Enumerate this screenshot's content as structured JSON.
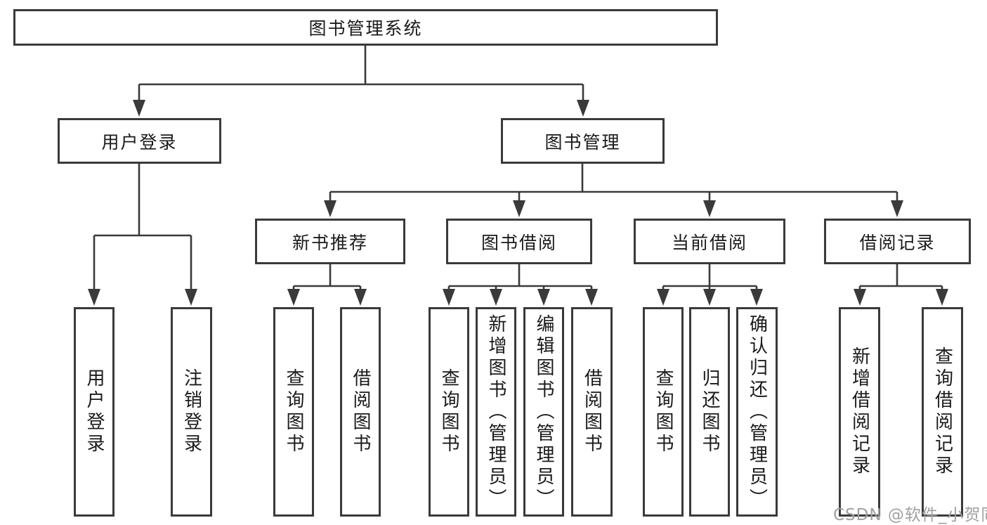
{
  "nodes": {
    "root": "图书管理系统",
    "level2": [
      "用户登录",
      "图书管理"
    ],
    "level3": [
      "新书推荐",
      "图书借阅",
      "当前借阅",
      "借阅记录"
    ],
    "leaves": {
      "user_login": [
        "用户登录",
        "注销登录"
      ],
      "new_book_recommend": [
        "查询图书",
        "借阅图书"
      ],
      "book_borrow": [
        "查询图书",
        "新增图书（管理员）",
        "编辑图书（管理员）",
        "借阅图书"
      ],
      "current_borrow": [
        "查询图书",
        "归还图书",
        "确认归还（管理员）"
      ],
      "borrow_records": [
        "新增借阅记录",
        "查询借阅记录"
      ]
    }
  },
  "watermark": "CSDN @软件_小贺同学",
  "colors": {
    "line": "#3a3a3a",
    "text": "#1a1a1a",
    "background": "#ffffff",
    "watermark": "#a0a0a0"
  }
}
